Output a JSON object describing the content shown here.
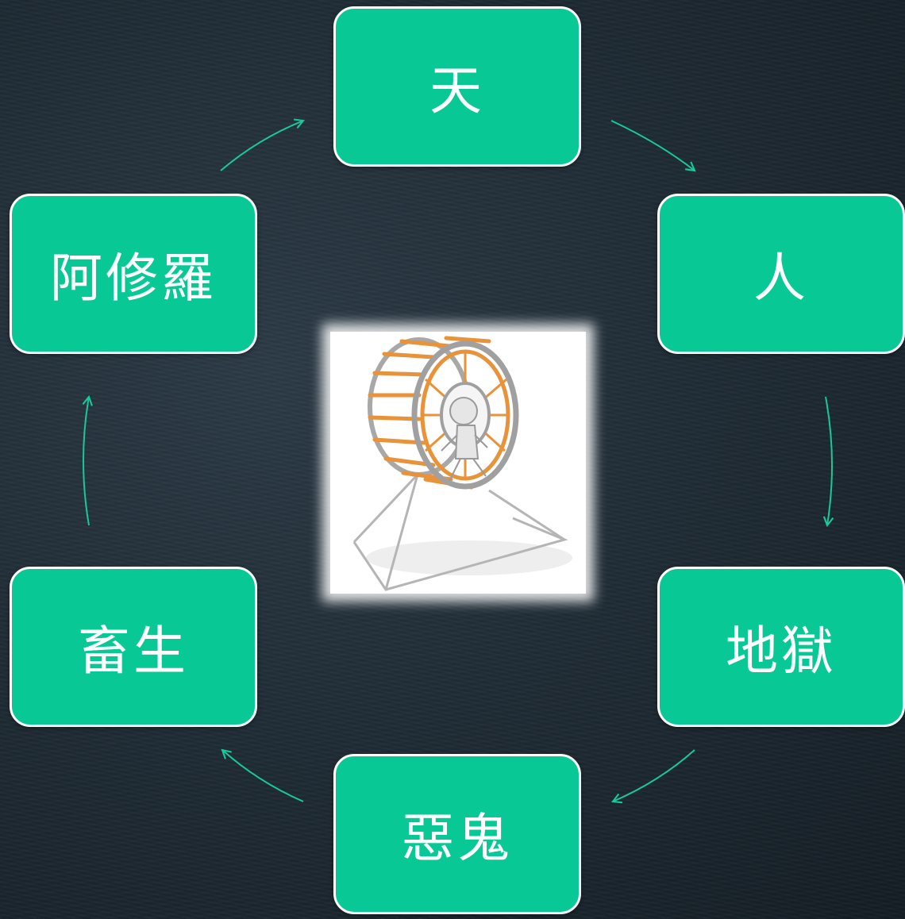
{
  "diagram": {
    "nodes": [
      {
        "id": "ten",
        "label": "天"
      },
      {
        "id": "hito",
        "label": "人"
      },
      {
        "id": "jigoku",
        "label": "地獄"
      },
      {
        "id": "gaki",
        "label": "惡鬼"
      },
      {
        "id": "chikusho",
        "label": "畜生"
      },
      {
        "id": "ashura",
        "label": "阿修羅"
      }
    ],
    "edges": [
      {
        "from": "ten",
        "to": "hito"
      },
      {
        "from": "hito",
        "to": "jigoku"
      },
      {
        "from": "jigoku",
        "to": "gaki"
      },
      {
        "from": "gaki",
        "to": "chikusho"
      },
      {
        "from": "chikusho",
        "to": "ashura"
      },
      {
        "from": "ashura",
        "to": "ten"
      }
    ],
    "center_image": "hamster-wheel-runner",
    "colors": {
      "node_fill": "#08c996",
      "node_border": "#ffffff",
      "arrow": "#18c99a",
      "wheel": "#e8923a",
      "frame": "#b9b9b9"
    }
  }
}
